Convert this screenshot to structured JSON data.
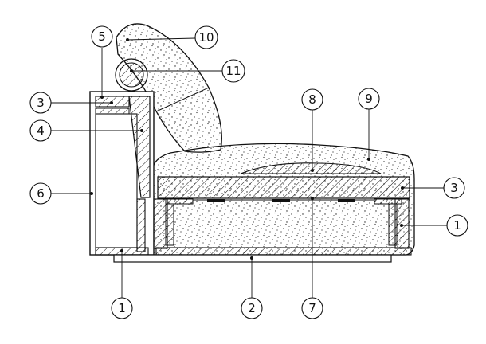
{
  "drawing": {
    "callouts": [
      {
        "id": "c-top-1",
        "label": "1"
      },
      {
        "id": "c-bottom-1",
        "label": "1"
      },
      {
        "id": "c-2",
        "label": "2"
      },
      {
        "id": "c-3-left",
        "label": "3"
      },
      {
        "id": "c-3-right",
        "label": "3"
      },
      {
        "id": "c-4",
        "label": "4"
      },
      {
        "id": "c-5",
        "label": "5"
      },
      {
        "id": "c-6",
        "label": "6"
      },
      {
        "id": "c-7",
        "label": "7"
      },
      {
        "id": "c-8",
        "label": "8"
      },
      {
        "id": "c-9",
        "label": "9"
      },
      {
        "id": "c-10",
        "label": "10"
      },
      {
        "id": "c-11",
        "label": "11"
      }
    ],
    "colors": {
      "line": "#111111",
      "background": "#ffffff"
    }
  }
}
